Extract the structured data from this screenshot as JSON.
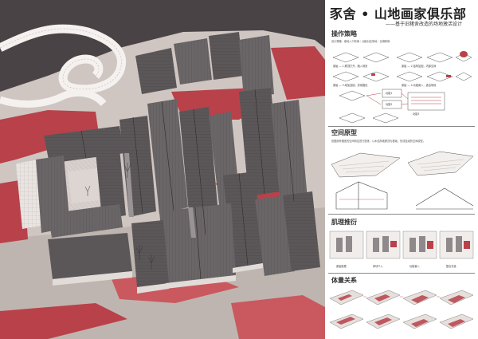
{
  "header": {
    "title": "豕舍 • 山地画家俱乐部",
    "subtitle": "——基于旧猪舍改造的场地激活设计"
  },
  "sections": {
    "strategy": {
      "heading": "操作策略",
      "note": "设计策略：坡地入口布局｜功能对应场地｜仓储转换",
      "labels": [
        "原始 — 1.屋顶打开，融入场景",
        "原始 — 2.结构加固，内部空间",
        "原始 — 3.增加连接，形成路径",
        "原始 — 4.功能置入，激活场地",
        "功能1",
        "功能2",
        "功能3"
      ]
    },
    "space": {
      "heading": "空间原型",
      "note": "依据原有猪舍的空间特征进行提炼，以木结构坡屋顶为基础，形成连续的空间原型。"
    },
    "texture": {
      "heading": "肌理推衍",
      "captions": [
        "原始肌理",
        "体块介入",
        "功能置入",
        "整合完善"
      ]
    },
    "volume": {
      "heading": "体量关系"
    }
  },
  "colors": {
    "accent": "#b9414a",
    "accent_light": "#d98b8f",
    "roof": "#5b5759",
    "roof_dark": "#3e3b3c",
    "ground": "#c9bfba",
    "background_dark": "#4a4345"
  }
}
